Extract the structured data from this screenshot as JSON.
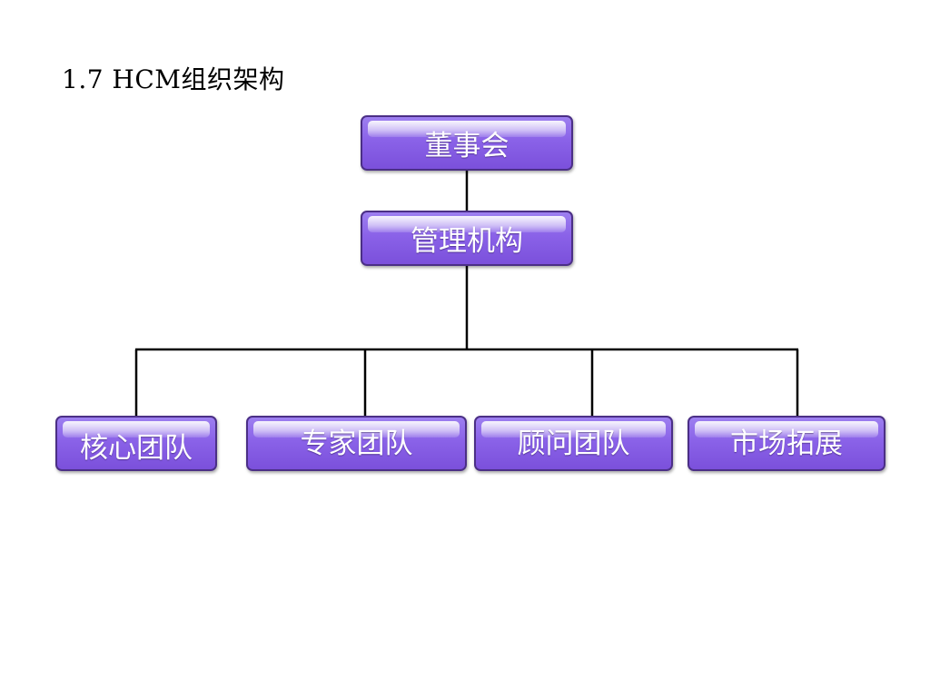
{
  "title": "1.7 HCM组织架构",
  "org_chart": {
    "root": {
      "label": "董事会"
    },
    "management": {
      "label": "管理机构"
    },
    "teams": [
      {
        "label": "核心团队"
      },
      {
        "label": "专家团队"
      },
      {
        "label": "顾问团队"
      },
      {
        "label": "市场拓展"
      }
    ]
  },
  "colors": {
    "node_fill": "#8a62e8",
    "node_border": "#4b2f86",
    "node_text": "#ffffff",
    "connector": "#000000"
  }
}
